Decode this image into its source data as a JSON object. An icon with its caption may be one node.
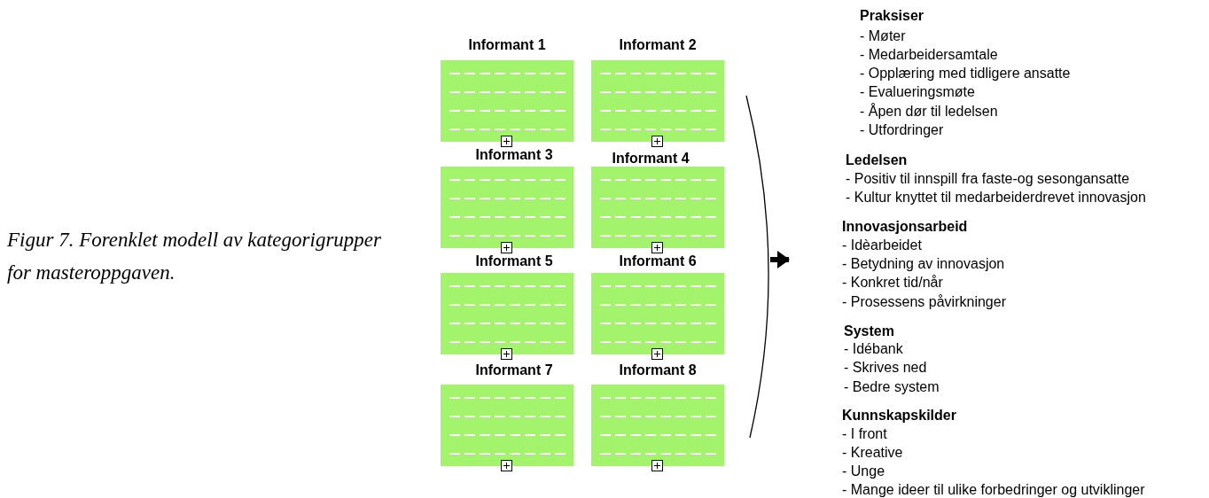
{
  "diagram": {
    "caption": "Figur 7. Forenklet modell av kategorigrupper for masteroppgaven.",
    "nodes": [
      {
        "text": [
          "Informant 1"
        ]
      },
      {
        "text": [
          "Informant 2"
        ]
      },
      {
        "text": [
          "Informant 3"
        ]
      },
      {
        "text": [
          "Informant 4"
        ]
      },
      {
        "text": [
          "Informant 5"
        ]
      },
      {
        "text": [
          "Informant 6"
        ]
      },
      {
        "text": [
          "Informant 7"
        ]
      },
      {
        "text": [
          "Informant 8"
        ]
      },
      {
        "text": [],
        "shape": "arc"
      },
      {
        "text": [
          "Praksiser",
          "- Møter",
          "- Medarbeidersamtale",
          "- Opplæring med tidligere ansatte",
          "- Evalueringsmøte",
          "- Åpen dør til ledelsen",
          "- Utfordringer",
          "Ledelsen",
          "- Positiv til innspill fra faste-og sesongansatte",
          "- Kultur knyttet til medarbeiderdrevet innovasjon",
          "Innovasjonsarbeid",
          "- Idèarbeidet",
          "- Betydning av innovasjon",
          "- Konkret tid/når",
          "- Prosessens påvirkninger",
          "System",
          "- Idébank",
          "- Skrives ned",
          "- Bedre system",
          "Kunnskapskilder",
          "- I front",
          "- Kreative",
          "- Unge",
          "- Mange ideer til ulike forbedringer og utviklinger"
        ]
      }
    ],
    "edges": [
      {
        "from": 8,
        "to": 9,
        "arrow": "to"
      }
    ]
  }
}
